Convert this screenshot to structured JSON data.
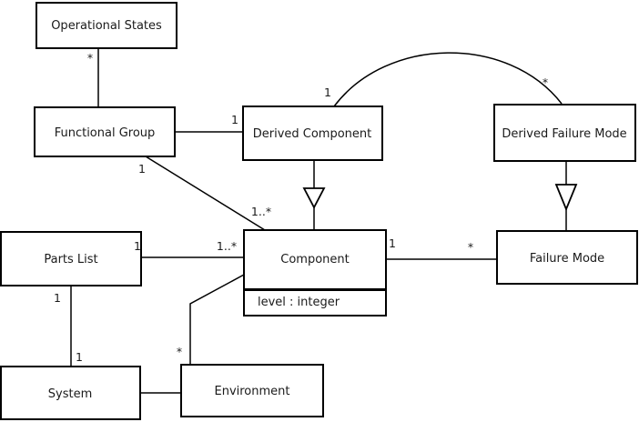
{
  "diagram": {
    "kind": "uml-class-diagram",
    "colors": {
      "background": "#ffffff",
      "line": "#000000",
      "text": "#1a1a1a"
    },
    "classes": [
      {
        "name": "Operational States",
        "attributes": []
      },
      {
        "name": "Functional Group",
        "attributes": []
      },
      {
        "name": "Derived Component",
        "attributes": []
      },
      {
        "name": "Derived Failure Mode",
        "attributes": []
      },
      {
        "name": "Parts List",
        "attributes": []
      },
      {
        "name": "Component",
        "attributes": [
          "level : integer"
        ]
      },
      {
        "name": "Failure Mode",
        "attributes": []
      },
      {
        "name": "System",
        "attributes": []
      },
      {
        "name": "Environment",
        "attributes": []
      }
    ],
    "relationships": [
      {
        "type": "association",
        "a": "Operational States",
        "b": "Functional Group",
        "mult_a": "*",
        "mult_b": ""
      },
      {
        "type": "association",
        "a": "Functional Group",
        "b": "Derived Component",
        "mult_a": "",
        "mult_b": "1"
      },
      {
        "type": "association",
        "a": "Functional Group",
        "b": "Component",
        "mult_a": "1",
        "mult_b": "1..*"
      },
      {
        "type": "generalization",
        "a": "Derived Component",
        "b": "Component",
        "mult_a": "",
        "mult_b": ""
      },
      {
        "type": "generalization",
        "a": "Derived Failure Mode",
        "b": "Failure Mode",
        "mult_a": "",
        "mult_b": ""
      },
      {
        "type": "association",
        "a": "Derived Component",
        "b": "Derived Failure Mode",
        "mult_a": "1",
        "mult_b": "*"
      },
      {
        "type": "association",
        "a": "Parts List",
        "b": "Component",
        "mult_a": "1",
        "mult_b": "1..*"
      },
      {
        "type": "association",
        "a": "Component",
        "b": "Failure Mode",
        "mult_a": "1",
        "mult_b": "*"
      },
      {
        "type": "association",
        "a": "Parts List",
        "b": "System",
        "mult_a": "1",
        "mult_b": "1"
      },
      {
        "type": "association",
        "a": "System",
        "b": "Environment",
        "mult_a": "",
        "mult_b": ""
      },
      {
        "type": "association",
        "a": "Environment",
        "b": "Component",
        "mult_a": "*",
        "mult_b": ""
      }
    ]
  }
}
